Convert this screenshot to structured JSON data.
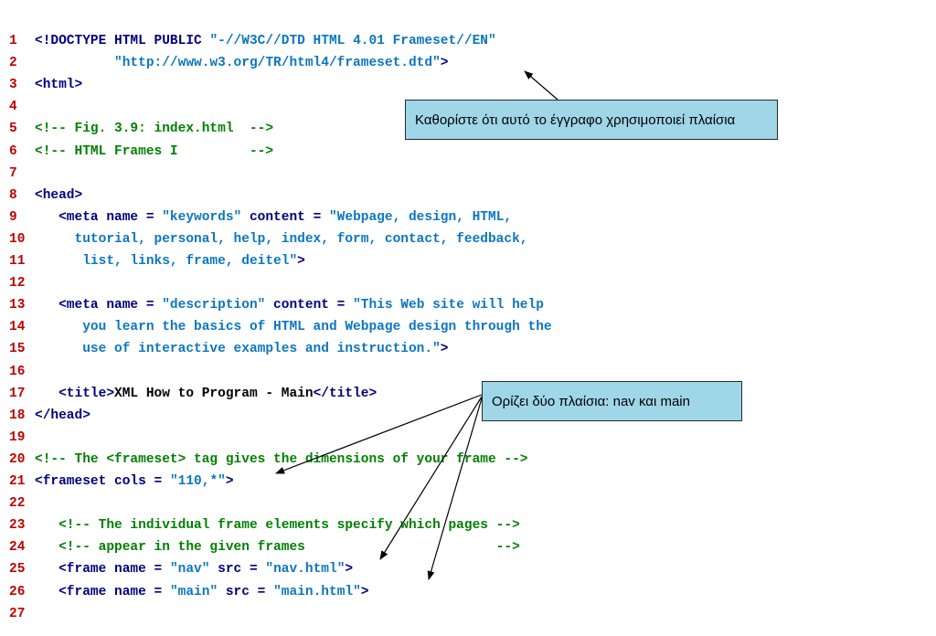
{
  "lines": [
    {
      "n": "1",
      "parts": [
        {
          "t": "<!DOCTYPE HTML PUBLIC ",
          "c": "kw"
        },
        {
          "t": "\"-//W3C//DTD HTML 4.01 Frameset//EN\"",
          "c": "str"
        }
      ]
    },
    {
      "n": "2",
      "parts": [
        {
          "t": "          \"http://www.w3.org/TR/html4/frameset.dtd\"",
          "c": "str"
        },
        {
          "t": ">",
          "c": "kw"
        }
      ]
    },
    {
      "n": "3",
      "parts": [
        {
          "t": "<html>",
          "c": "kw"
        }
      ]
    },
    {
      "n": "4",
      "parts": []
    },
    {
      "n": "5",
      "parts": [
        {
          "t": "<!-- Fig. 3.9: index.html  -->",
          "c": "cm"
        }
      ]
    },
    {
      "n": "6",
      "parts": [
        {
          "t": "<!-- HTML Frames I         -->",
          "c": "cm"
        }
      ]
    },
    {
      "n": "7",
      "parts": []
    },
    {
      "n": "8",
      "parts": [
        {
          "t": "<head>",
          "c": "kw"
        }
      ]
    },
    {
      "n": "9",
      "parts": [
        {
          "t": "   <meta name = ",
          "c": "kw"
        },
        {
          "t": "\"keywords\"",
          "c": "str"
        },
        {
          "t": " content = ",
          "c": "kw"
        },
        {
          "t": "\"Webpage, design, HTML,",
          "c": "str"
        }
      ]
    },
    {
      "n": "10",
      "parts": [
        {
          "t": "     tutorial, personal, help, index, form, contact, feedback,",
          "c": "str"
        }
      ]
    },
    {
      "n": "11",
      "parts": [
        {
          "t": "      list, links, frame, deitel\"",
          "c": "str"
        },
        {
          "t": ">",
          "c": "kw"
        }
      ]
    },
    {
      "n": "12",
      "parts": []
    },
    {
      "n": "13",
      "parts": [
        {
          "t": "   <meta name = ",
          "c": "kw"
        },
        {
          "t": "\"description\"",
          "c": "str"
        },
        {
          "t": " content = ",
          "c": "kw"
        },
        {
          "t": "\"This Web site will help",
          "c": "str"
        }
      ]
    },
    {
      "n": "14",
      "parts": [
        {
          "t": "      you learn the basics of HTML and Webpage design through the",
          "c": "str"
        }
      ]
    },
    {
      "n": "15",
      "parts": [
        {
          "t": "      use of interactive examples and instruction.\"",
          "c": "str"
        },
        {
          "t": ">",
          "c": "kw"
        }
      ]
    },
    {
      "n": "16",
      "parts": []
    },
    {
      "n": "17",
      "parts": [
        {
          "t": "   <title>",
          "c": "kw"
        },
        {
          "t": "XML How to Program - Main",
          "c": "tx"
        },
        {
          "t": "</title>",
          "c": "kw"
        }
      ]
    },
    {
      "n": "18",
      "parts": [
        {
          "t": "</head>",
          "c": "kw"
        }
      ]
    },
    {
      "n": "19",
      "parts": []
    },
    {
      "n": "20",
      "parts": [
        {
          "t": "<!-- The <frameset> tag gives the dimensions of your frame -->",
          "c": "cm"
        }
      ]
    },
    {
      "n": "21",
      "parts": [
        {
          "t": "<frameset cols = ",
          "c": "kw"
        },
        {
          "t": "\"110,*\"",
          "c": "str"
        },
        {
          "t": ">",
          "c": "kw"
        }
      ]
    },
    {
      "n": "22",
      "parts": []
    },
    {
      "n": "23",
      "parts": [
        {
          "t": "   <!-- The individual frame elements specify which pages -->",
          "c": "cm"
        }
      ]
    },
    {
      "n": "24",
      "parts": [
        {
          "t": "   <!-- appear in the given frames                        -->",
          "c": "cm"
        }
      ]
    },
    {
      "n": "25",
      "parts": [
        {
          "t": "   <frame name = ",
          "c": "kw"
        },
        {
          "t": "\"nav\"",
          "c": "str"
        },
        {
          "t": " src = ",
          "c": "kw"
        },
        {
          "t": "\"nav.html\"",
          "c": "str"
        },
        {
          "t": ">",
          "c": "kw"
        }
      ]
    },
    {
      "n": "26",
      "parts": [
        {
          "t": "   <frame name = ",
          "c": "kw"
        },
        {
          "t": "\"main\"",
          "c": "str"
        },
        {
          "t": " src = ",
          "c": "kw"
        },
        {
          "t": "\"main.html\"",
          "c": "str"
        },
        {
          "t": ">",
          "c": "kw"
        }
      ]
    },
    {
      "n": "27",
      "parts": []
    }
  ],
  "callouts": {
    "frameset_note": "Καθορίστε ότι αυτό το έγγραφο χρησιμοποιεί πλαίσια",
    "frames_note": "Ορίζει δύο πλαίσια: nav και main"
  },
  "colors": {
    "line_number": "#c00000",
    "keyword": "#000080",
    "string": "#0b76c0",
    "comment": "#008000",
    "callout_bg": "#9fd6e8"
  }
}
